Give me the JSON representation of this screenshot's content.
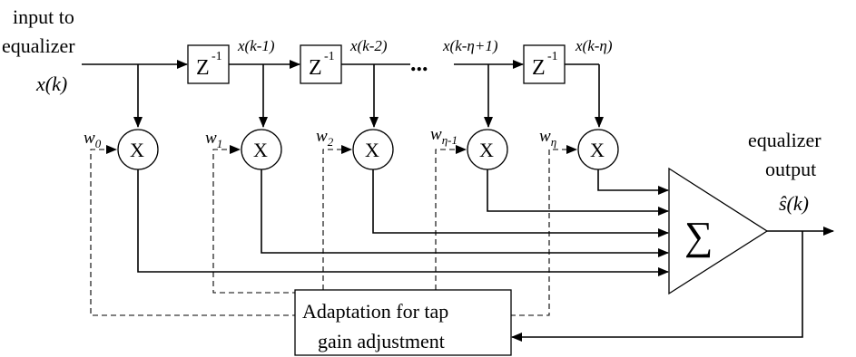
{
  "input_label": {
    "line1": "input to",
    "line2": "equalizer",
    "signal": "x(k)"
  },
  "delay_label": {
    "base": "Z",
    "exp": "-1"
  },
  "taps": [
    {
      "signal": "",
      "weight": "w",
      "weight_sub": "0"
    },
    {
      "signal": "x(k-1)",
      "weight": "w",
      "weight_sub": "1"
    },
    {
      "signal": "x(k-2)",
      "weight": "w",
      "weight_sub": "2"
    },
    {
      "signal": "x(k-η+1)",
      "weight": "w",
      "weight_sub": "η-1"
    },
    {
      "signal": "x(k-η)",
      "weight": "w",
      "weight_sub": "η"
    }
  ],
  "ellipsis": "...",
  "multiplier_symbol": "X",
  "summer_symbol": "∑",
  "output_label": {
    "line1": "equalizer",
    "line2": "output",
    "signal": "ŝ(k)"
  },
  "adaptation_label": {
    "line1": "Adaptation for tap",
    "line2": "gain adjustment"
  }
}
